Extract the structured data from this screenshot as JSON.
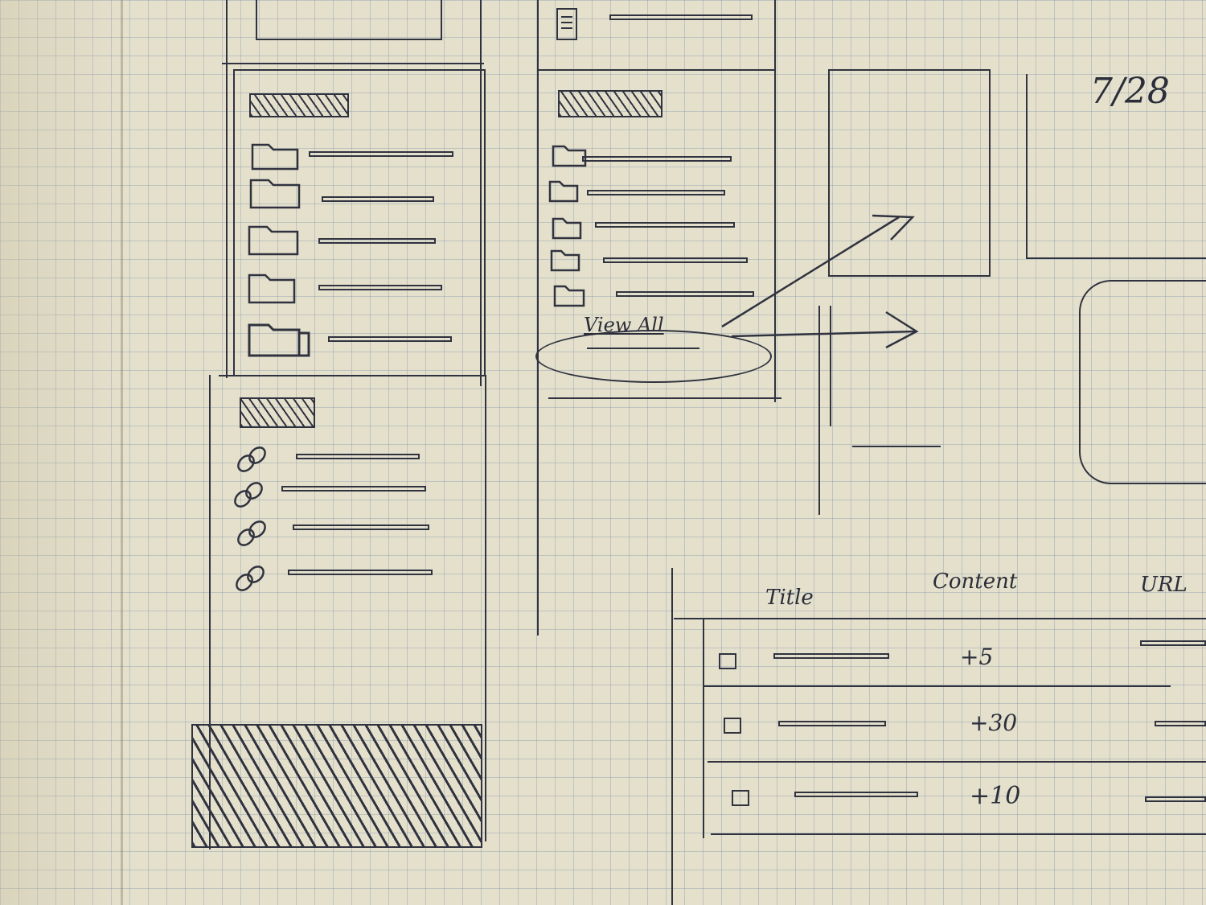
{
  "sketch": {
    "date": "7/28",
    "view_all_label": "View All"
  },
  "table": {
    "columns": [
      "Title",
      "Content",
      "URL"
    ],
    "rows": [
      {
        "content": "+5"
      },
      {
        "content": "+30"
      },
      {
        "content": "+10"
      }
    ]
  },
  "colors": {
    "paper": "#e4e0cc",
    "ink": "#30333f",
    "grid": "#788ca5"
  },
  "icons": {
    "folder_list": "folder-icon",
    "link_list": "link-icon",
    "document": "document-icon",
    "arrow": "arrow-icon"
  }
}
